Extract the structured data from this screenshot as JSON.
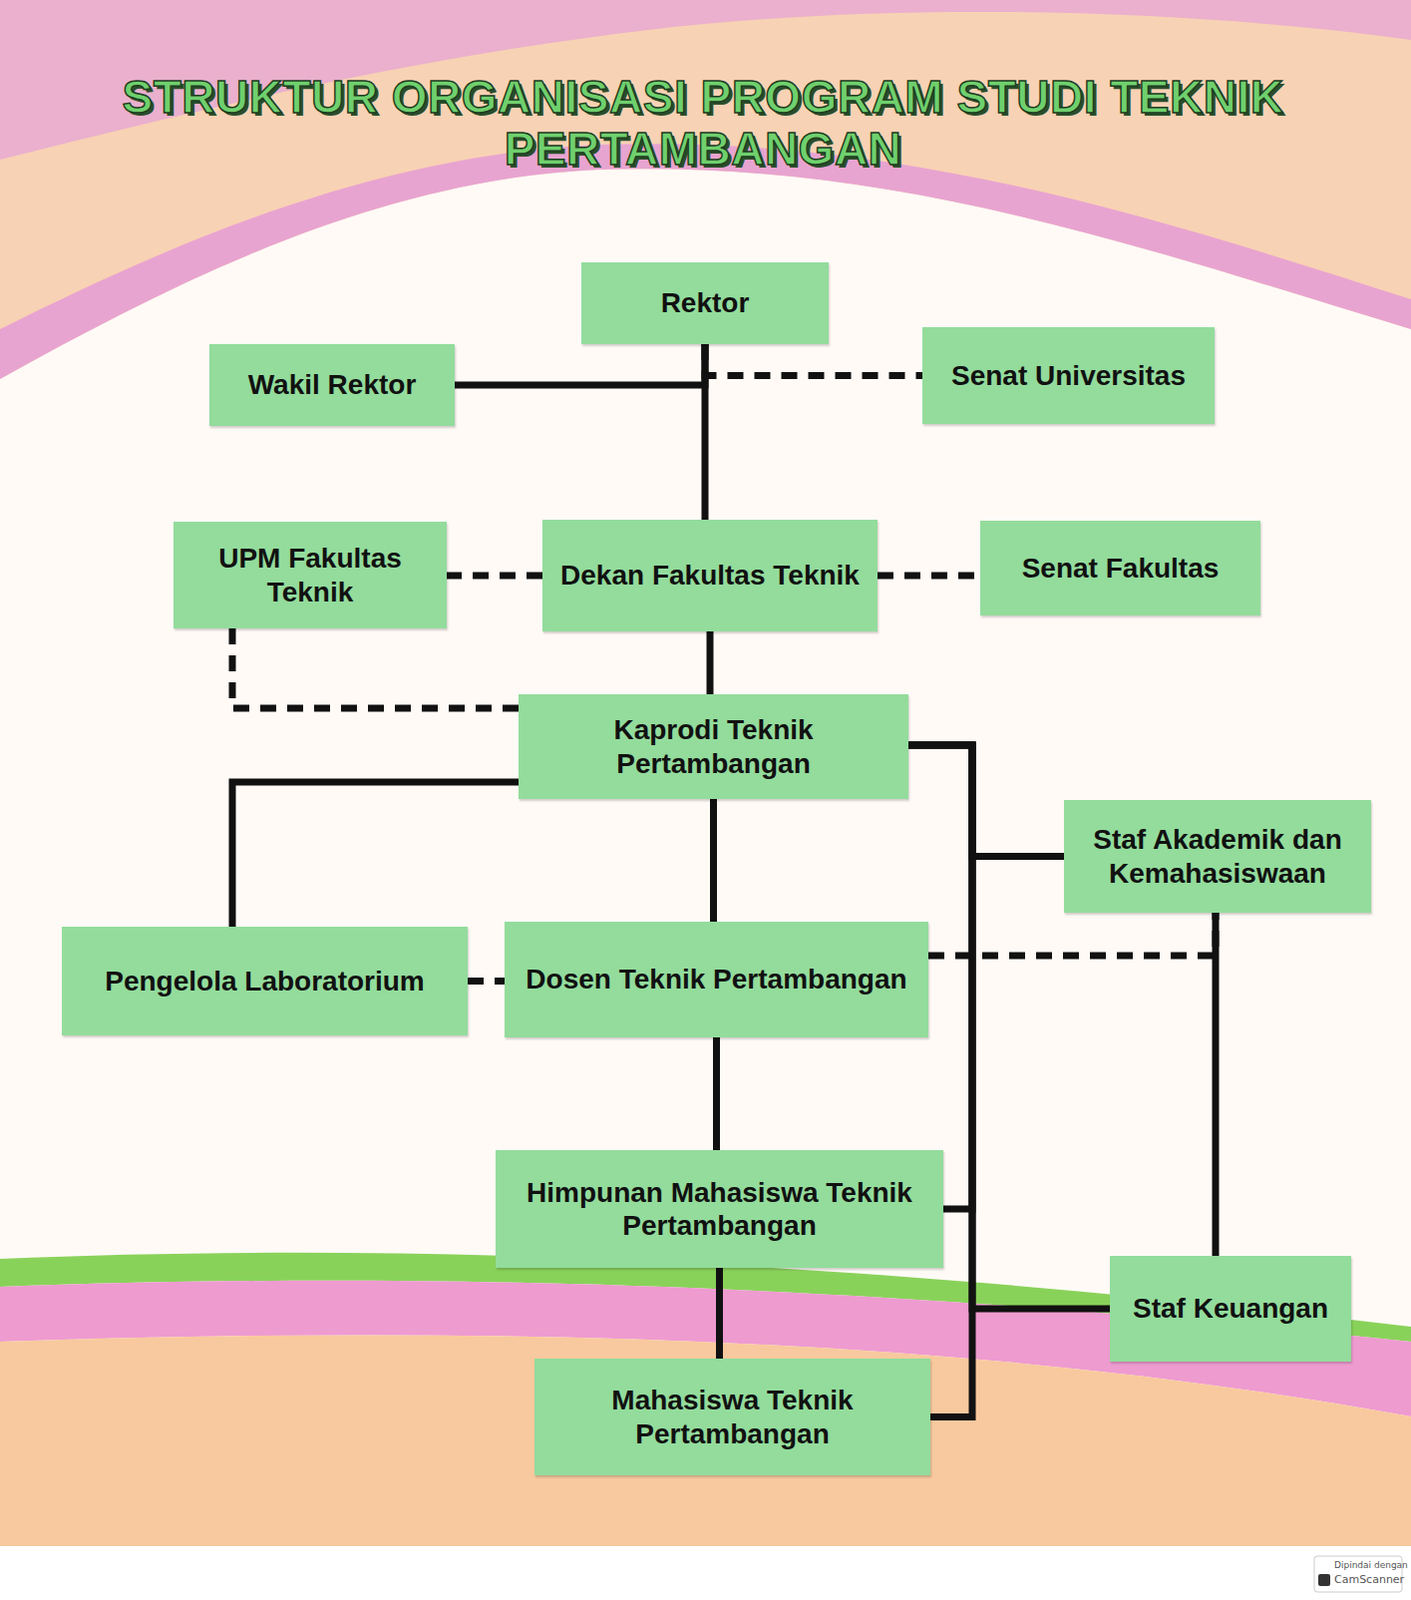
{
  "diagram": {
    "title": "STRUKTUR ORGANISASI PROGRAM STUDI TEKNIK PERTAMBANGAN",
    "nodes": [
      {
        "text": [
          "Rektor"
        ]
      },
      {
        "text": [
          "Wakil Rektor"
        ]
      },
      {
        "text": [
          "Senat Universitas"
        ]
      },
      {
        "text": [
          "UPM Fakultas Teknik"
        ]
      },
      {
        "text": [
          "Dekan Fakultas Teknik"
        ]
      },
      {
        "text": [
          "Senat Fakultas"
        ]
      },
      {
        "text": [
          "Kaprodi Teknik Pertambangan"
        ]
      },
      {
        "text": [
          "Staf Akademik dan Kemahasiswaan"
        ]
      },
      {
        "text": [
          "Pengelola Laboratorium"
        ]
      },
      {
        "text": [
          "Dosen Teknik Pertambangan"
        ]
      },
      {
        "text": [
          "Himpunan Mahasiswa Teknik Pertambangan"
        ]
      },
      {
        "text": [
          "Staf Keuangan"
        ]
      },
      {
        "text": [
          "Mahasiswa Teknik Pertambangan"
        ]
      }
    ],
    "edges": [
      {
        "from": 0,
        "to": 1,
        "arrow": "none"
      },
      {
        "from": 0,
        "to": 2,
        "arrow": "none"
      },
      {
        "from": 0,
        "to": 4,
        "arrow": "none"
      },
      {
        "from": 4,
        "to": 3,
        "arrow": "none"
      },
      {
        "from": 4,
        "to": 5,
        "arrow": "none"
      },
      {
        "from": 4,
        "to": 6,
        "arrow": "none"
      },
      {
        "from": 3,
        "to": 6,
        "arrow": "none"
      },
      {
        "from": 6,
        "to": 8,
        "arrow": "none"
      },
      {
        "from": 6,
        "to": 9,
        "arrow": "none"
      },
      {
        "from": 6,
        "to": 7,
        "arrow": "none"
      },
      {
        "from": 6,
        "to": 10,
        "arrow": "none"
      },
      {
        "from": 6,
        "to": 11,
        "arrow": "none"
      },
      {
        "from": 6,
        "to": 12,
        "arrow": "none"
      },
      {
        "from": 7,
        "to": 11,
        "arrow": "none"
      },
      {
        "from": 8,
        "to": 9,
        "arrow": "none"
      },
      {
        "from": 9,
        "to": 7,
        "arrow": "none"
      },
      {
        "from": 9,
        "to": 10,
        "arrow": "none"
      },
      {
        "from": 10,
        "to": 12,
        "arrow": "none"
      }
    ],
    "labels": [
      "Dipindai dengan",
      "CamScanner"
    ]
  }
}
